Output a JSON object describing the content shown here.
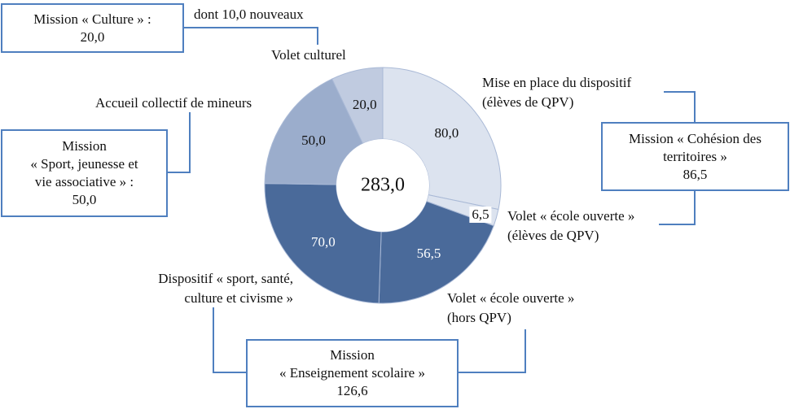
{
  "chart_data": {
    "type": "pie",
    "variant": "donut",
    "total_label": "283,0",
    "segments": [
      {
        "name": "Mise en place du dispositif (élèves de QPV)",
        "value": 80.0,
        "label": "80,0",
        "color": "#dce3ef",
        "text_color": "#111111"
      },
      {
        "name": "Volet « école ouverte » (élèves de QPV)",
        "value": 6.5,
        "label": "6,5",
        "color": "#dce3ef",
        "text_color": "#111111"
      },
      {
        "name": "Volet « école ouverte » (hors QPV)",
        "value": 56.5,
        "label": "56,5",
        "color": "#4a6a9a",
        "text_color": "#ffffff"
      },
      {
        "name": "Dispositif « sport, santé, culture et civisme »",
        "value": 70.0,
        "label": "70,0",
        "color": "#4a6a9a",
        "text_color": "#ffffff"
      },
      {
        "name": "Accueil collectif de mineurs",
        "value": 50.0,
        "label": "50,0",
        "color": "#9badcc",
        "text_color": "#111111"
      },
      {
        "name": "Volet culturel",
        "value": 20.0,
        "label": "20,0",
        "color": "#c0cbe0",
        "text_color": "#111111"
      }
    ]
  },
  "labels": {
    "dont_nouveaux": "dont 10,0 nouveaux",
    "volet_culturel": "Volet culturel",
    "accueil": "Accueil collectif de mineurs",
    "mise_en_place_1": "Mise en place du dispositif",
    "mise_en_place_2": "(élèves de QPV)",
    "ecole_qpv_1": "Volet « école ouverte »",
    "ecole_qpv_2": "(élèves de QPV)",
    "ecole_hors_1": "Volet « école ouverte »",
    "ecole_hors_2": "(hors QPV)",
    "dispositif_1": "Dispositif « sport, santé,",
    "dispositif_2": "culture et civisme »"
  },
  "missions": {
    "culture": {
      "line1": "Mission « Culture » :",
      "amount": "20,0"
    },
    "sport": {
      "line1": "Mission",
      "line2": "« Sport, jeunesse et",
      "line3": "vie associative » :",
      "amount": "50,0"
    },
    "cohesion": {
      "line1": "Mission « Cohésion des",
      "line2": "territoires »",
      "amount": "86,5"
    },
    "enseignement": {
      "line1": "Mission",
      "line2": "« Enseignement scolaire »",
      "amount": "126,6"
    }
  }
}
